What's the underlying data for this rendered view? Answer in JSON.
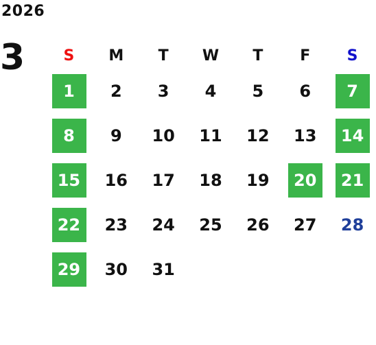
{
  "calendar": {
    "year": "2026",
    "month": "3",
    "weekdays": [
      "S",
      "M",
      "T",
      "W",
      "T",
      "F",
      "S"
    ],
    "weeks": [
      [
        {
          "day": "1",
          "highlight": true
        },
        {
          "day": "2"
        },
        {
          "day": "3"
        },
        {
          "day": "4"
        },
        {
          "day": "5"
        },
        {
          "day": "6"
        },
        {
          "day": "7",
          "highlight": true
        }
      ],
      [
        {
          "day": "8",
          "highlight": true
        },
        {
          "day": "9"
        },
        {
          "day": "10"
        },
        {
          "day": "11"
        },
        {
          "day": "12"
        },
        {
          "day": "13"
        },
        {
          "day": "14",
          "highlight": true
        }
      ],
      [
        {
          "day": "15",
          "highlight": true
        },
        {
          "day": "16"
        },
        {
          "day": "17"
        },
        {
          "day": "18"
        },
        {
          "day": "19"
        },
        {
          "day": "20",
          "highlight": true
        },
        {
          "day": "21",
          "highlight": true
        }
      ],
      [
        {
          "day": "22",
          "highlight": true
        },
        {
          "day": "23"
        },
        {
          "day": "24"
        },
        {
          "day": "25"
        },
        {
          "day": "26"
        },
        {
          "day": "27"
        },
        {
          "day": "28",
          "blue": true
        }
      ],
      [
        {
          "day": "29",
          "highlight": true
        },
        {
          "day": "30"
        },
        {
          "day": "31"
        },
        {
          "day": ""
        },
        {
          "day": ""
        },
        {
          "day": ""
        },
        {
          "day": ""
        }
      ]
    ]
  },
  "colors": {
    "highlight": "#3bb54a",
    "sunday_label": "#ee1111",
    "saturday_label": "#1111cc",
    "blue_day": "#1f3f9a"
  }
}
